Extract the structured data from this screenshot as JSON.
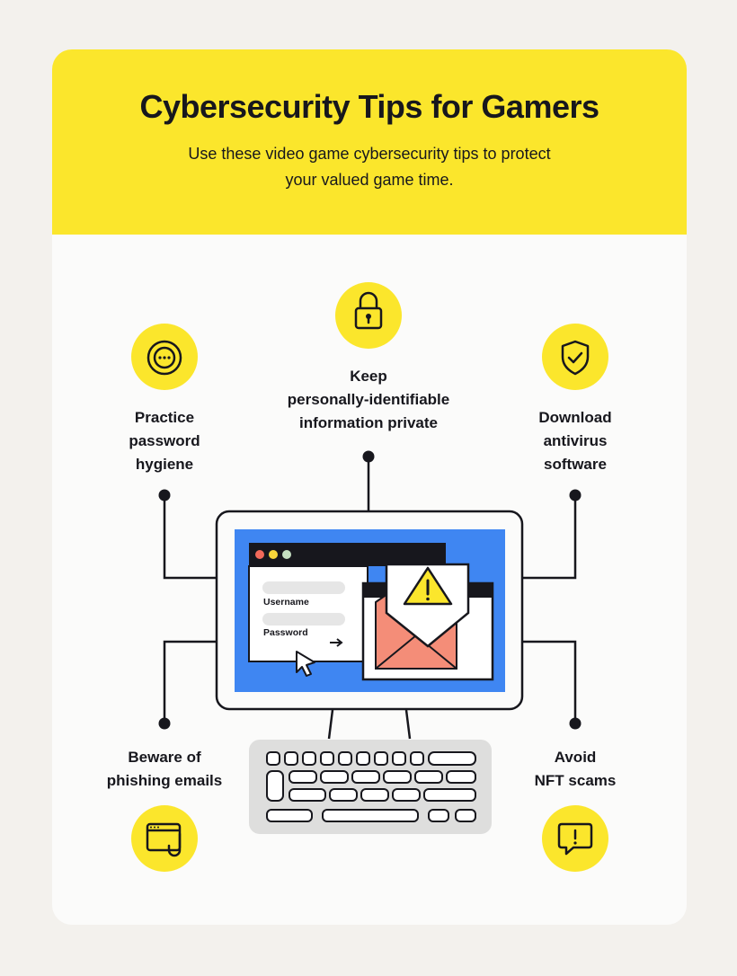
{
  "header": {
    "title": "Cybersecurity Tips for Gamers",
    "subtitle_line1": "Use these video game cybersecurity tips to protect",
    "subtitle_line2": "your valued game time."
  },
  "tips": {
    "password": {
      "line1": "Practice",
      "line2": "password",
      "line3": "hygiene",
      "icon": "password-icon"
    },
    "privacy": {
      "line1": "Keep",
      "line2": "personally-identifiable",
      "line3": "information private",
      "icon": "lock-icon"
    },
    "antivirus": {
      "line1": "Download",
      "line2": "antivirus",
      "line3": "software",
      "icon": "shield-check-icon"
    },
    "phishing": {
      "line1": "Beware of",
      "line2": "phishing emails",
      "icon": "phishing-hook-icon"
    },
    "nft": {
      "line1": "Avoid",
      "line2": "NFT scams",
      "icon": "alert-message-icon"
    }
  },
  "screen": {
    "username_label": "Username",
    "password_label": "Password"
  },
  "colors": {
    "accent_yellow": "#fbe62c",
    "screen_blue": "#3f86f2",
    "envelope_salmon": "#f48d78",
    "dot_red": "#f46a5a",
    "dot_yellow": "#f8d63a",
    "dot_green": "#c5dfc1"
  }
}
